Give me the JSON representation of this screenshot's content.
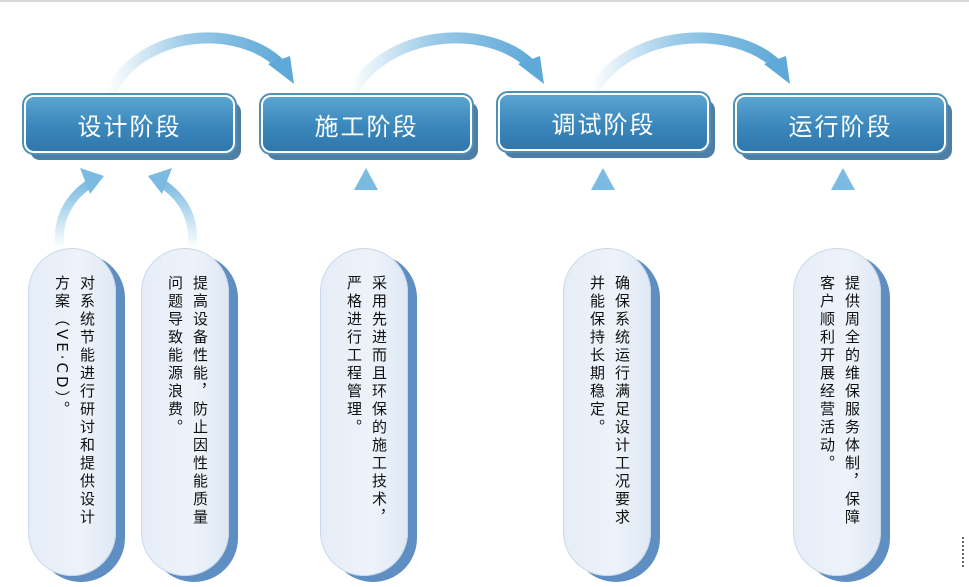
{
  "stages": [
    {
      "label": "设计阶段"
    },
    {
      "label": "施工阶段"
    },
    {
      "label": "调试阶段"
    },
    {
      "label": "运行阶段"
    }
  ],
  "notes": [
    {
      "lines": [
        "对系统节能进行研讨和提供设计",
        "方案（VE·CD）。"
      ]
    },
    {
      "lines": [
        "提高设备性能，防止因性能质量",
        "问题导致能源浪费。"
      ]
    },
    {
      "lines": [
        "采用先进而且环保的施工技术，",
        "严格进行工程管理。"
      ]
    },
    {
      "lines": [
        "确保系统运行满足设计工况要求",
        "并能保持长期稳定。"
      ]
    },
    {
      "lines": [
        "提供周全的维保服务体制，保障",
        "客户顺利开展经营活动。"
      ]
    }
  ],
  "colors": {
    "stage_fill": "#3b87bb",
    "stage_shadow": "#4d7fa6",
    "note_fill": "#e6edf7",
    "note_shadow": "#5f8fc2",
    "arrow": "#8ec3e3"
  }
}
